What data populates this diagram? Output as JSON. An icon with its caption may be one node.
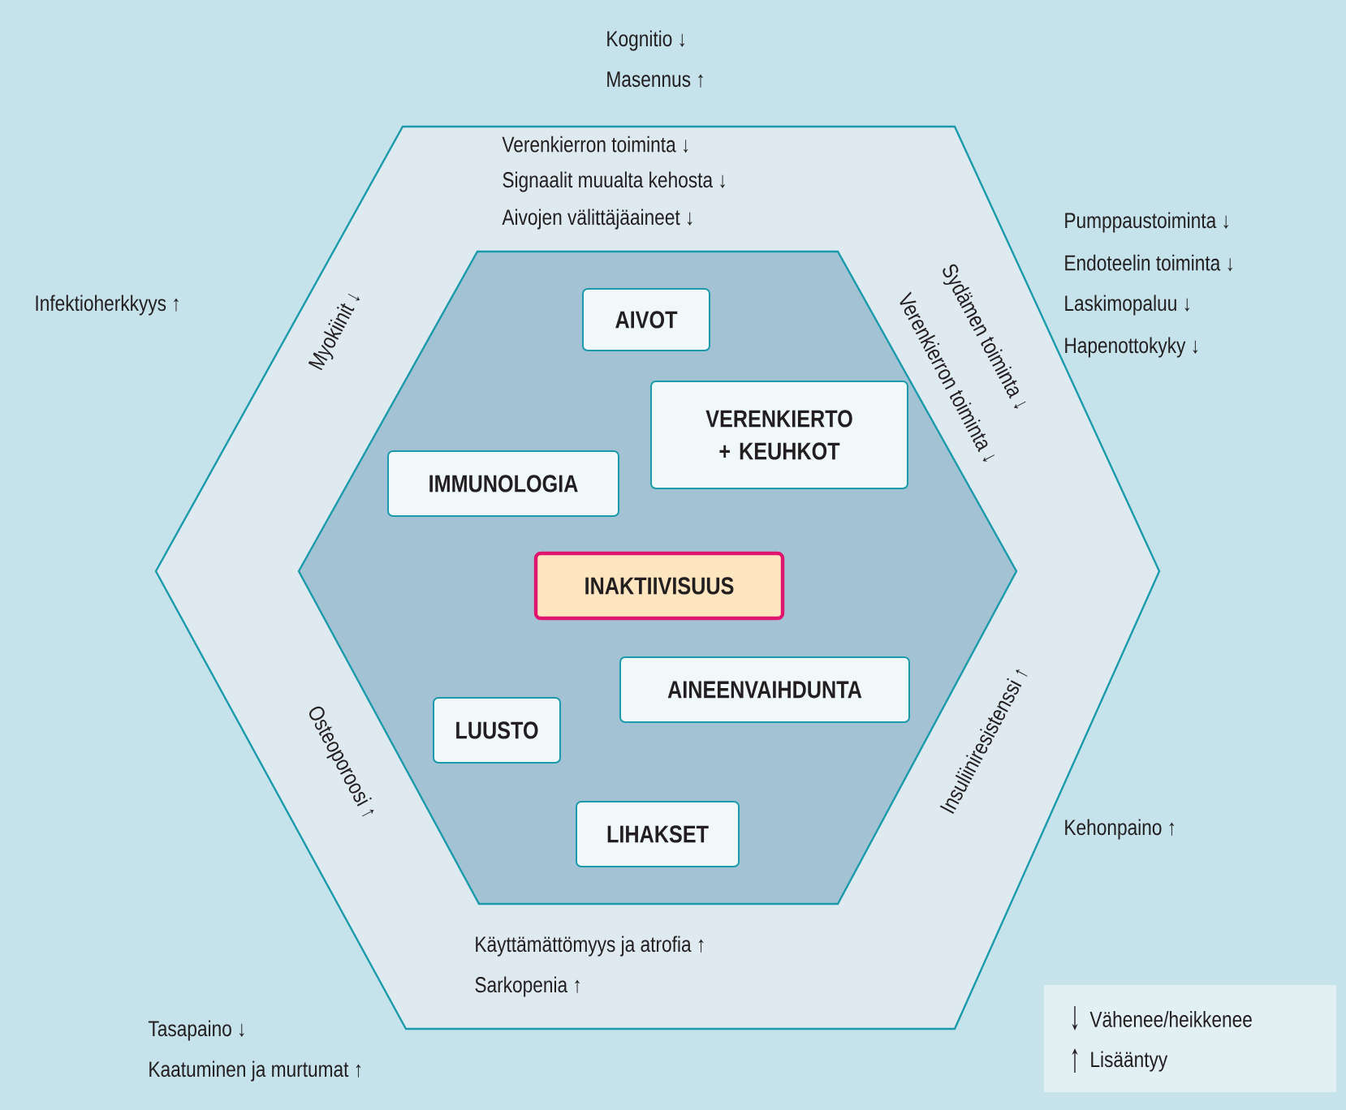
{
  "diagram": {
    "nodes": [
      {
        "text": [
          "Verenkierron toiminta ↓",
          "Signaalit muualta kehosta ↓",
          "Aivojen välittäjäaineet ↓",
          "Myokiinit ↓",
          "Sydämen toiminta ↓",
          "Verenkierron toiminta ↓",
          "Insuliiniresistenssi ↑",
          "Osteoporoosi ↑",
          "Käyttämättömyys ja atrofia ↑",
          "Sarkopenia ↑"
        ]
      },
      {
        "text": [],
        "shape": "hexagon",
        "in": 0
      },
      {
        "text": [
          "AIVOT"
        ],
        "in": 1
      },
      {
        "text": [
          "VERENKIERTO + KEUHKOT"
        ],
        "in": 1
      },
      {
        "text": [
          "IMMUNOLOGIA"
        ],
        "in": 1
      },
      {
        "text": [
          "INAKTIIVISUUS"
        ],
        "in": 1
      },
      {
        "text": [
          "AINEENVAIHDUNTA"
        ],
        "in": 1
      },
      {
        "text": [
          "LUUSTO"
        ],
        "in": 1
      },
      {
        "text": [
          "LIHAKSET"
        ],
        "in": 1
      }
    ],
    "edges": [],
    "labels": [
      "Kognitio ↓",
      "Masennus ↑",
      "Infektioherkkyys ↑",
      "Pumppaustoiminta ↓",
      "Endoteelin toiminta ↓",
      "Laskimopaluu ↓",
      "Hapenottokyky ↓",
      "Kehonpaino ↑",
      "Tasapaino ↓",
      "Kaatuminen ja murtumat ↑"
    ],
    "legend": [
      {
        "text": "Vähenee/heikkenee"
      },
      {
        "text": "Lisääntyy"
      }
    ]
  }
}
